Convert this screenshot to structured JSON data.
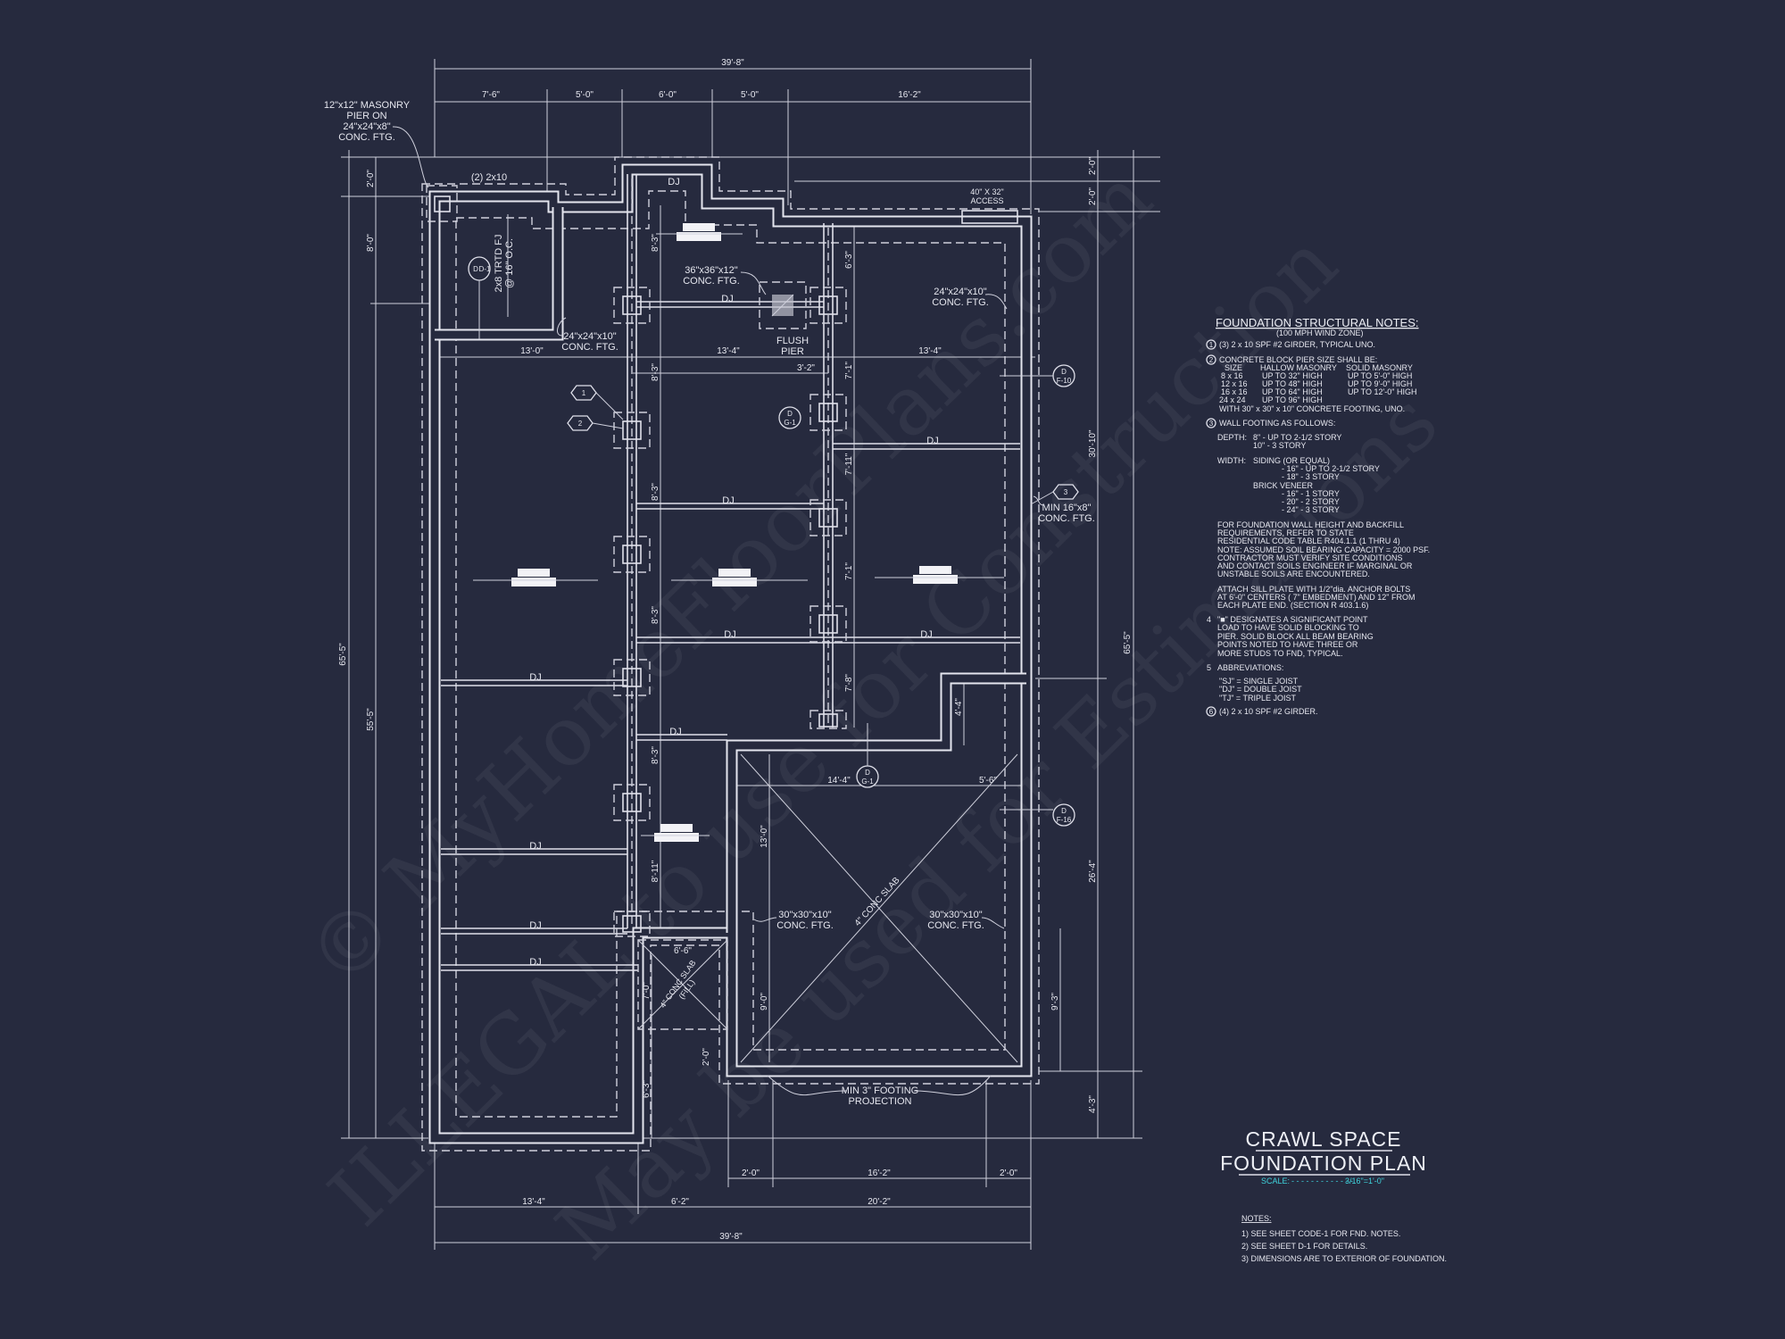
{
  "title": {
    "line1": "CRAWL SPACE",
    "line2": "FOUNDATION PLAN",
    "scale_label": "SCALE:",
    "scale_dots": "- - - - - - - - - - - - -",
    "scale_value": "3/16\"=1'-0\""
  },
  "sheet_notes": {
    "heading": "NOTES:",
    "items": [
      "1)  SEE SHEET CODE-1 FOR FND. NOTES.",
      "2)  SEE SHEET D-1 FOR DETAILS.",
      "3)  DIMENSIONS ARE TO EXTERIOR OF FOUNDATION."
    ]
  },
  "structural_notes": {
    "heading": "FOUNDATION STRUCTURAL NOTES:",
    "subheading": "(100 MPH WIND ZONE)",
    "n1_num": "1",
    "n1": "(3) 2 x 10 SPF #2 GIRDER, TYPICAL UNO.",
    "n2_num": "2",
    "n2": "CONCRETE BLOCK PIER SIZE SHALL BE:",
    "pier_table": {
      "headers": [
        "SIZE",
        "HALLOW MASONRY",
        "SOLID MASONRY"
      ],
      "rows": [
        [
          "8 x 16",
          "UP TO 32\" HIGH",
          "UP TO 5'-0\" HIGH"
        ],
        [
          "12 x 16",
          "UP TO 48\" HIGH",
          "UP TO 9'-0\" HIGH"
        ],
        [
          "16 x 16",
          "UP TO 64\" HIGH",
          "UP TO 12'-0\" HIGH"
        ],
        [
          "24 x 24",
          "UP TO 96\" HIGH",
          ""
        ]
      ],
      "footnote": "WITH 30\" x 30\" x 10\" CONCRETE FOOTING, UNO."
    },
    "n3_num": "3",
    "n3": "WALL FOOTING AS FOLLOWS:",
    "depth_label": "DEPTH:",
    "depth": [
      "8\" - UP TO 2-1/2 STORY",
      "10\" - 3 STORY"
    ],
    "width_label": "WIDTH:",
    "siding_label": "SIDING (OR EQUAL)",
    "siding": [
      "- 16\" - UP TO 2-1/2 STORY",
      "- 18\" - 3 STORY"
    ],
    "brick_label": "BRICK VENEER",
    "brick": [
      "- 16\" - 1 STORY",
      "- 20\" - 2 STORY",
      "- 24\" - 3 STORY"
    ],
    "wall_height": [
      "FOR FOUNDATION WALL HEIGHT AND BACKFILL",
      "REQUIREMENTS, REFER TO STATE",
      "RESIDENTIAL CODE TABLE R404.1.1 (1 THRU 4)",
      "NOTE: ASSUMED SOIL BEARING CAPACITY = 2000 PSF.",
      "CONTRACTOR MUST VERIFY SITE CONDITIONS",
      "AND CONTACT SOILS ENGINEER IF MARGINAL OR",
      "UNSTABLE SOILS ARE ENCOUNTERED."
    ],
    "sill_plate": [
      "ATTACH SILL PLATE WITH 1/2\"dia. ANCHOR BOLTS",
      "AT 6'-0\" CENTERS ( 7\" EMBEDMENT) AND 12\" FROM",
      "EACH PLATE END. (SECTION R 403.1.6)"
    ],
    "n4_num": "4",
    "n4": [
      "\"■\" DESIGNATES A SIGNIFICANT POINT",
      "LOAD TO HAVE SOLID BLOCKING TO",
      "PIER. SOLID BLOCK ALL BEAM BEARING",
      "POINTS NOTED TO HAVE THREE OR",
      "MORE STUDS TO FND, TYPICAL."
    ],
    "n5_num": "5",
    "n5": "ABBREVIATIONS:",
    "abbreviations": [
      "\"SJ\" = SINGLE JOIST",
      "\"DJ\" = DOUBLE JOIST",
      "\"TJ\" = TRIPLE JOIST"
    ],
    "n6_num": "6",
    "n6": "(4) 2 x 10 SPF #2 GIRDER."
  },
  "dimensions": {
    "top_overall": "39'-8\"",
    "top_segments": [
      "7'-6\"",
      "5'-0\"",
      "6'-0\"",
      "5'-0\"",
      "16'-2\""
    ],
    "bottom_row1": [
      "2'-0\"",
      "16'-2\"",
      "2'-0\""
    ],
    "bottom_row2": [
      "13'-4\"",
      "6'-2\"",
      "20'-2\""
    ],
    "bottom_overall": "39'-8\"",
    "left_overall": "65'-5\"",
    "left_segments": [
      "2'-0\"",
      "8'-0\"",
      "55'-5\""
    ],
    "right_overall": "65'-5\"",
    "right_segments": [
      "2'-0\"",
      "2'-0\"",
      "30'-10\"",
      "26'-4\"",
      "4'-3\""
    ],
    "span_row": [
      "13'-0\"",
      "13'-4\"",
      "13'-4\"",
      "3'-2\""
    ],
    "girder1_spacing": [
      "8'-3\"",
      "8'-3\"",
      "8'-3\"",
      "8'-3\"",
      "8'-3\"",
      "8'-11\""
    ],
    "girder2_spacing": [
      "6'-3\"",
      "7'-1\"",
      "7'-11\"",
      "7'-1\"",
      "7'-8\""
    ],
    "garage": [
      "14'-4\"",
      "5'-6\"",
      "13'-0\"",
      "9'-0\"",
      "9'-3\"",
      "4'-4\""
    ],
    "slab": [
      "6'-6\"",
      "7'-0\"",
      "2'-0\"",
      "6'-3\""
    ]
  },
  "labels": {
    "masonry_pier": [
      "12\"x12\" MASONRY",
      "PIER ON",
      "24\"x24\"x8\"",
      "CONC. FTG."
    ],
    "porch_girder": "(2) 2x10",
    "porch_joist": [
      "2x8 TRTD FJ",
      "@ 16\" O.C."
    ],
    "ftg36": [
      "36\"x36\"x12\"",
      "CONC. FTG."
    ],
    "flush_pier": [
      "FLUSH",
      "PIER"
    ],
    "ftg24_left": [
      "24\"x24\"x10\"",
      "CONC. FTG."
    ],
    "ftg24_right": [
      "24\"x24\"x10\"",
      "CONC. FTG."
    ],
    "access": [
      "40\" X 32\"",
      "ACCESS"
    ],
    "min_ftg": [
      "MIN 16\"x8\"",
      "CONC. FTG."
    ],
    "ftg30_left": [
      "30\"x30\"x10\"",
      "CONC. FTG."
    ],
    "ftg30_right": [
      "30\"x30\"x10\"",
      "CONC. FTG."
    ],
    "projection": [
      "MIN 3\" FOOTING",
      "PROJECTION"
    ],
    "garage_slab": "4\" CONC SLAB",
    "small_slab": [
      "4\" CONC SLAB",
      "(FILL)"
    ],
    "joist": "DJ"
  },
  "markers": {
    "detail": [
      {
        "top": "D",
        "bottom": "D-1"
      },
      {
        "top": "D",
        "bottom": "F-10"
      },
      {
        "top": "D",
        "bottom": "G-1"
      },
      {
        "top": "D",
        "bottom": "G-1"
      },
      {
        "top": "D",
        "bottom": "F-16"
      }
    ],
    "keynotes": [
      "1",
      "2",
      "3"
    ]
  },
  "watermark": [
    "© MyHomeFloorPlans.com",
    "ILLEGAL to use for Construction",
    "May be used for Estimations"
  ]
}
